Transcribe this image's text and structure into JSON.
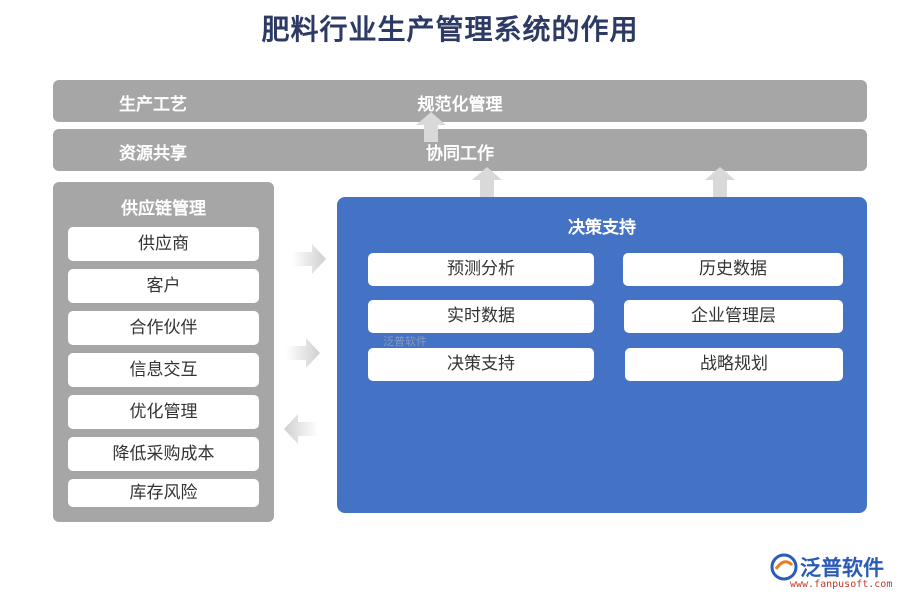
{
  "title": "肥料行业生产管理系统的作用",
  "top_bars": [
    {
      "left": "生产工艺",
      "center": "规范化管理"
    },
    {
      "left": "资源共享",
      "center": "协同工作"
    }
  ],
  "supply_chain": {
    "title": "供应链管理",
    "items": [
      "供应商",
      "客户",
      "合作伙伴",
      "信息交互",
      "优化管理",
      "降低采购成本",
      "库存风险"
    ]
  },
  "decision": {
    "title": "决策支持",
    "items": [
      "预测分析",
      "历史数据",
      "实时数据",
      "企业管理层",
      "决策支持",
      "战略规划"
    ]
  },
  "watermark": "泛普软件",
  "logo": {
    "name": "泛普软件",
    "url": "www.fanpusoft.com"
  },
  "colors": {
    "gray_panel": "#a6a6a6",
    "blue_panel": "#4472c4",
    "title": "#2e3a66",
    "logo": "#2a5bb8"
  }
}
